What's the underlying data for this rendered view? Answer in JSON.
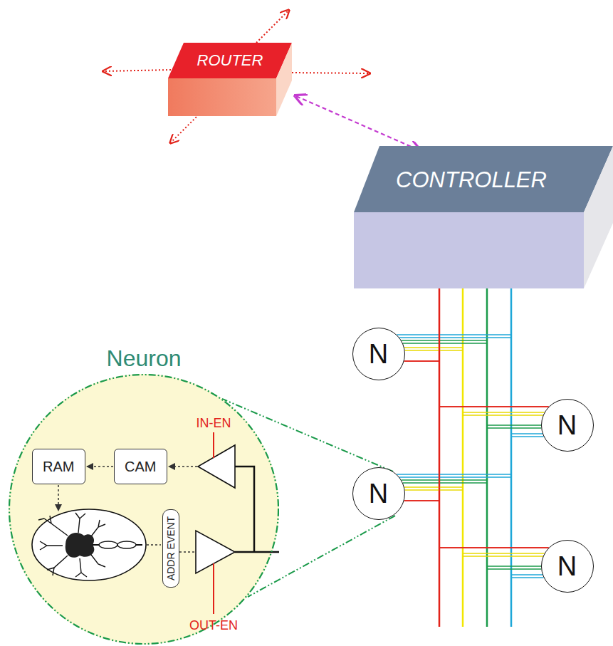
{
  "diagram": {
    "nodes": [
      {
        "text": [
          "ROUTER"
        ]
      },
      {
        "text": [
          "CONTROLLER"
        ]
      },
      {
        "text": [
          "N"
        ]
      },
      {
        "text": [
          "N"
        ]
      },
      {
        "text": [
          "N"
        ]
      },
      {
        "text": [
          "N"
        ]
      },
      {
        "text": [
          "Neuron"
        ]
      },
      {
        "text": [
          "RAM"
        ],
        "in": 6
      },
      {
        "text": [
          "CAM"
        ],
        "in": 6
      },
      {
        "text": [
          "ADDR EVENT"
        ],
        "in": 6
      }
    ],
    "edges": [
      {
        "from": 0,
        "to": 1,
        "arrow": "both"
      },
      {
        "from": 1,
        "to": 2,
        "arrow": "none"
      },
      {
        "from": 1,
        "to": 3,
        "arrow": "none"
      },
      {
        "from": 1,
        "to": 4,
        "arrow": "none"
      },
      {
        "from": 1,
        "to": 5,
        "arrow": "none"
      },
      {
        "from": 8,
        "to": 7,
        "arrow": "to"
      }
    ],
    "labels": [
      "IN-EN",
      "OUT-EN"
    ]
  }
}
